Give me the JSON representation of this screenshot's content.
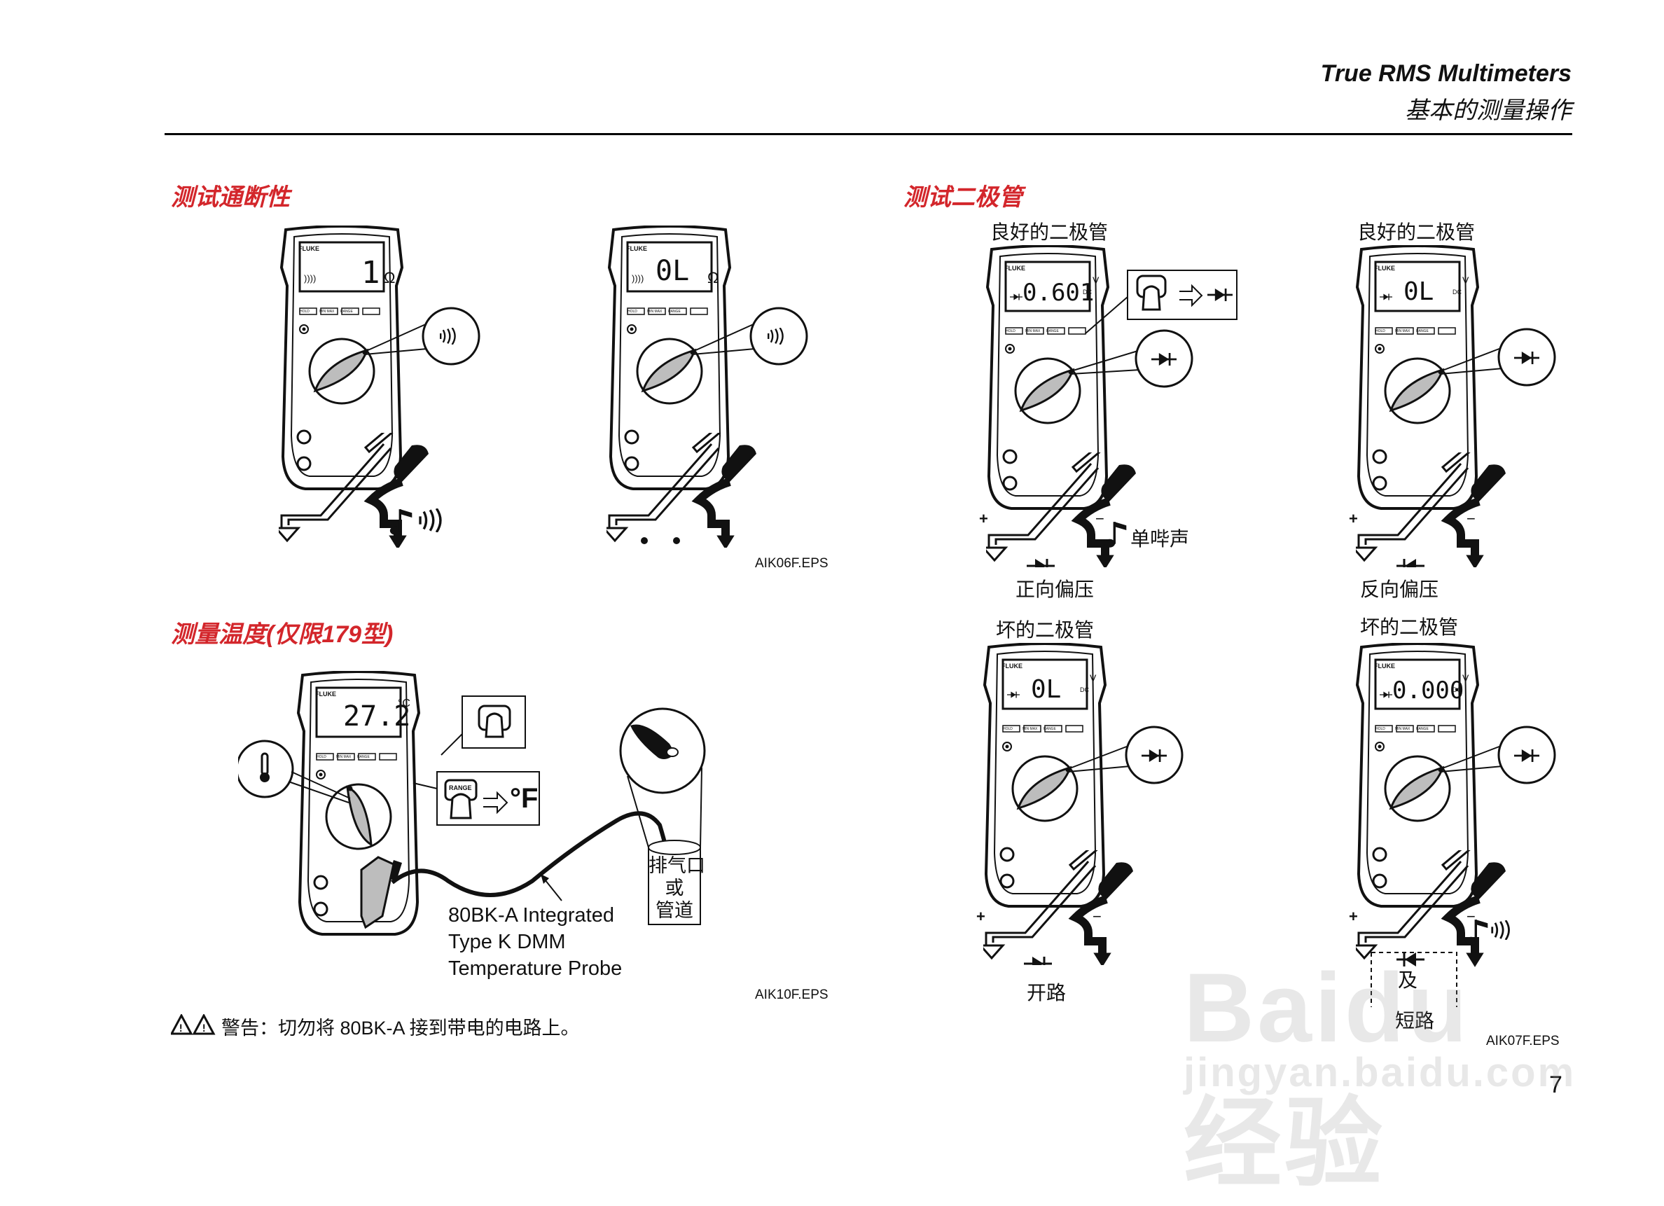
{
  "header": {
    "title": "True RMS Multimeters",
    "subtitle": "基本的测量操作"
  },
  "sections": {
    "continuity": "测试通断性",
    "diode": "测试二极管",
    "temperature": "测量温度(仅限179型)"
  },
  "meter": {
    "brand": "FLUKE",
    "btn_hold": "HOLD",
    "btn_minmax": "MIN MAX",
    "btn_range": "RANGE"
  },
  "continuity": {
    "meter1_reading": "1",
    "meter1_unit": "Ω",
    "meter2_reading": "0L",
    "meter2_unit": "Ω",
    "figure_id": "AIK06F.EPS"
  },
  "temperature": {
    "reading": "27.2",
    "unit": "°C",
    "range_key": "RANGE",
    "fahrenheit": "°F",
    "probe_line1": "80BK-A Integrated",
    "probe_line2": "Type K DMM",
    "probe_line3": "Temperature Probe",
    "duct_line1": "排气口",
    "duct_line2": "或",
    "duct_line3": "管道",
    "figure_id": "AIK10F.EPS",
    "warning": "警告：切勿将  80BK-A  接到带电的电路上。"
  },
  "diode": {
    "good_label": "良好的二极管",
    "bad_label": "坏的二极管",
    "forward_reading": "0.601",
    "reverse_reading": "0L",
    "open_reading": "0L",
    "short_reading": "0.000",
    "unit": "V",
    "dc": "DC",
    "single_beep": "单哔声",
    "forward_bias": "正向偏压",
    "reverse_bias": "反向偏压",
    "open_circuit": "开路",
    "and": "及",
    "short_circuit": "短路",
    "plus": "+",
    "minus": "−",
    "figure_id": "AIK07F.EPS"
  },
  "page_number": "7",
  "watermark": {
    "brand": "Bai",
    "paw": "du",
    "cn": "经验",
    "url": "jingyan.baidu.com"
  }
}
